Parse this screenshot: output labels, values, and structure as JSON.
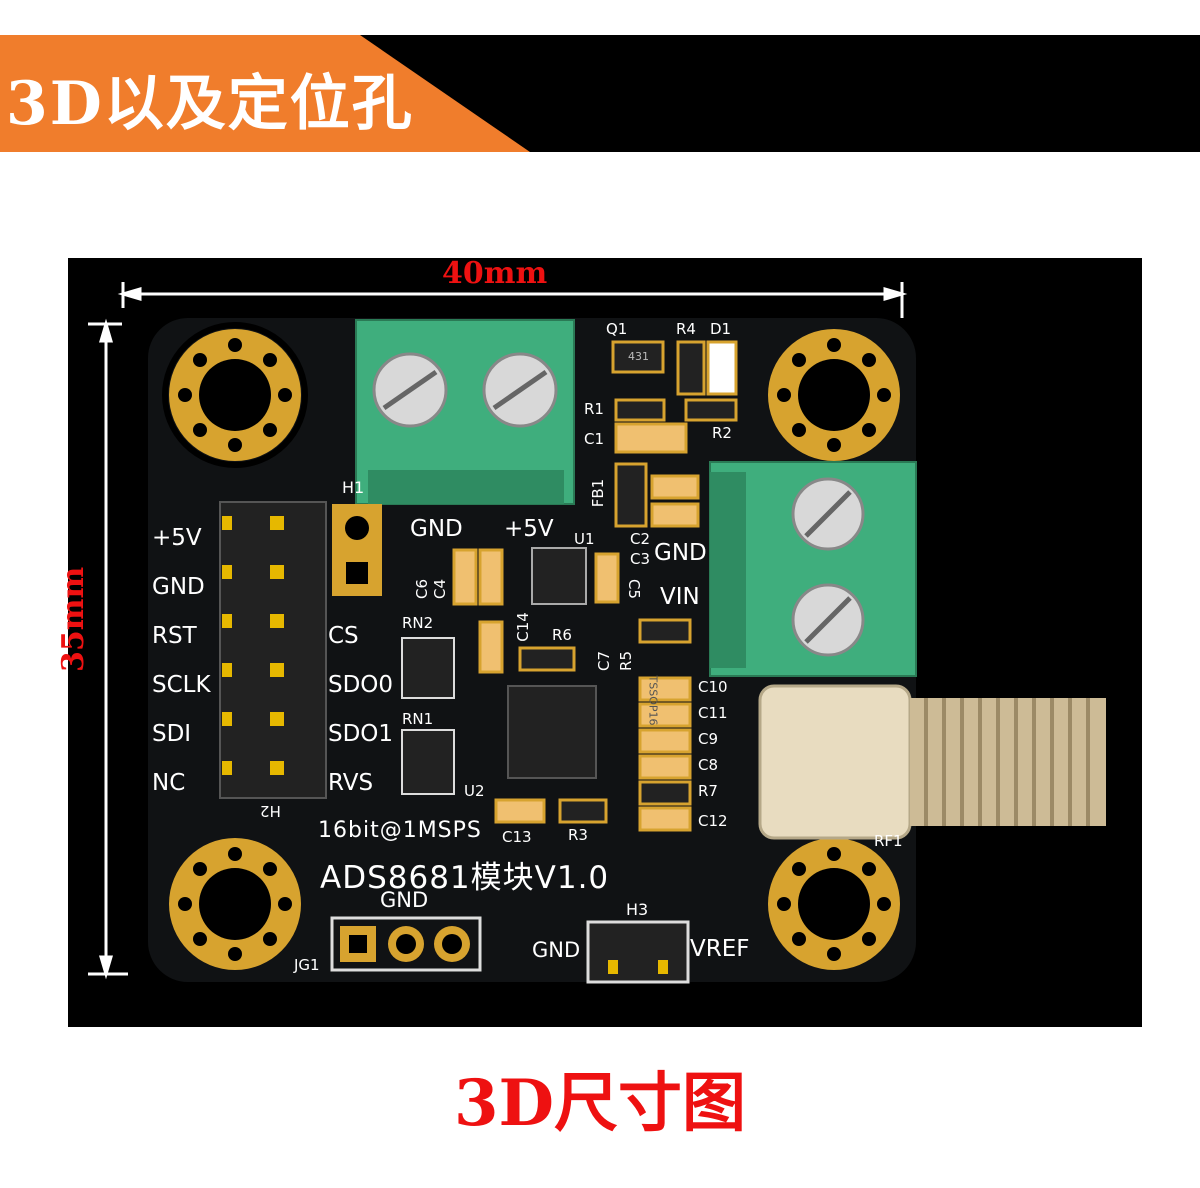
{
  "banner": {
    "title": "3D以及定位孔"
  },
  "dimensions": {
    "width": "40mm",
    "height": "35mm"
  },
  "caption": "3D尺寸图",
  "pcb": {
    "header_pins": [
      "+5V",
      "GND",
      "RST",
      "SCLK",
      "SDI",
      "NC"
    ],
    "header_pins_right": [
      "CS",
      "SDO0",
      "SDO1",
      "RVS"
    ],
    "header_ref": "H2",
    "top_terminal": [
      "GND",
      "+5V"
    ],
    "right_terminal": [
      "GND",
      "VIN"
    ],
    "jumper_h3": {
      "ref": "H3",
      "left": "GND",
      "right": "VREF"
    },
    "jg1": {
      "ref": "JG1",
      "label": "GND"
    },
    "h1": "H1",
    "spec": "16bit@1MSPS",
    "module": "ADS8681模块V1.0",
    "rf": "RF1",
    "components": [
      "Q1",
      "R4",
      "D1",
      "R1",
      "C1",
      "R2",
      "FB1",
      "C2",
      "C3",
      "U1",
      "C6",
      "C4",
      "C5",
      "C14",
      "R6",
      "RN2",
      "RN1",
      "U2",
      "C7",
      "R5",
      "C10",
      "C11",
      "C9",
      "C8",
      "R7",
      "C12",
      "C13",
      "R3"
    ],
    "chip_markings": {
      "q1": "431",
      "u2": "TSSOP16"
    }
  },
  "colors": {
    "banner_bg": "#000000",
    "banner_tab": "#f07d2c",
    "dimension": "#ee1111",
    "terminal": "#3fae7d",
    "pad": "#d7a32f"
  }
}
